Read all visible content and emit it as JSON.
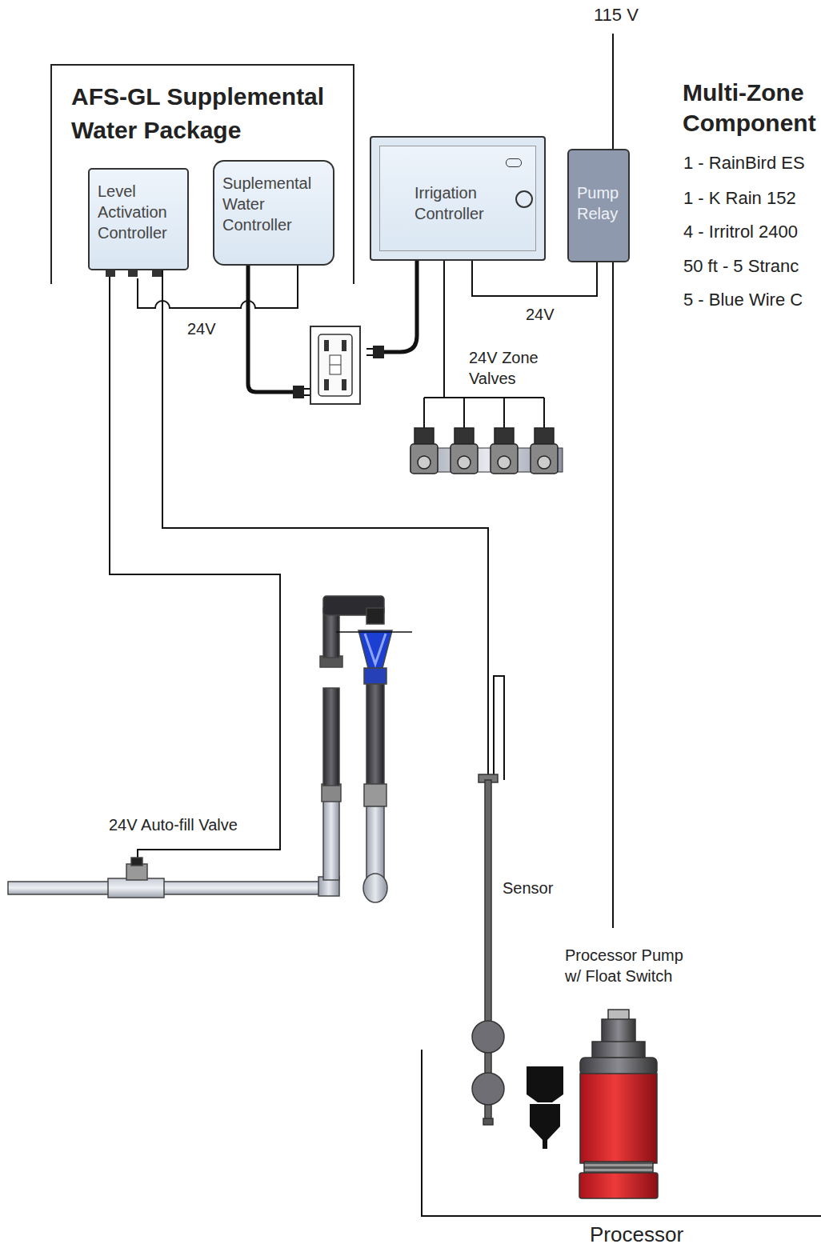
{
  "diagram": {
    "nodes": [
      {
        "text": [
          "AFS-GL Supplemental Water Package"
        ]
      },
      {
        "text": [
          "Level Activation Controller"
        ],
        "in": 0
      },
      {
        "text": [
          "Suplemental Water Controller"
        ],
        "in": 0
      },
      {
        "text": [
          "Irrigation Controller"
        ]
      },
      {
        "text": [
          "Pump Relay"
        ]
      },
      {
        "text": [
          "Processor"
        ]
      }
    ],
    "edges": [
      {
        "from": 1,
        "to": 2,
        "arrow": "none",
        "label": "24V"
      },
      {
        "from": 3,
        "to": 4,
        "arrow": "none",
        "label": "24V"
      },
      {
        "from": 4,
        "to": 5,
        "arrow": "none"
      }
    ],
    "labels": [
      "115 V",
      "24V Zone Valves",
      "24V Auto-fill Valve",
      "Sensor",
      "Processor Pump w/ Float Switch",
      "Multi-Zone",
      "Component",
      "1 - RainBird ES",
      "1 - K Rain 152",
      "4 - Irritrol 2400",
      "50 ft - 5 Stranc",
      "5 - Blue Wire C"
    ]
  }
}
